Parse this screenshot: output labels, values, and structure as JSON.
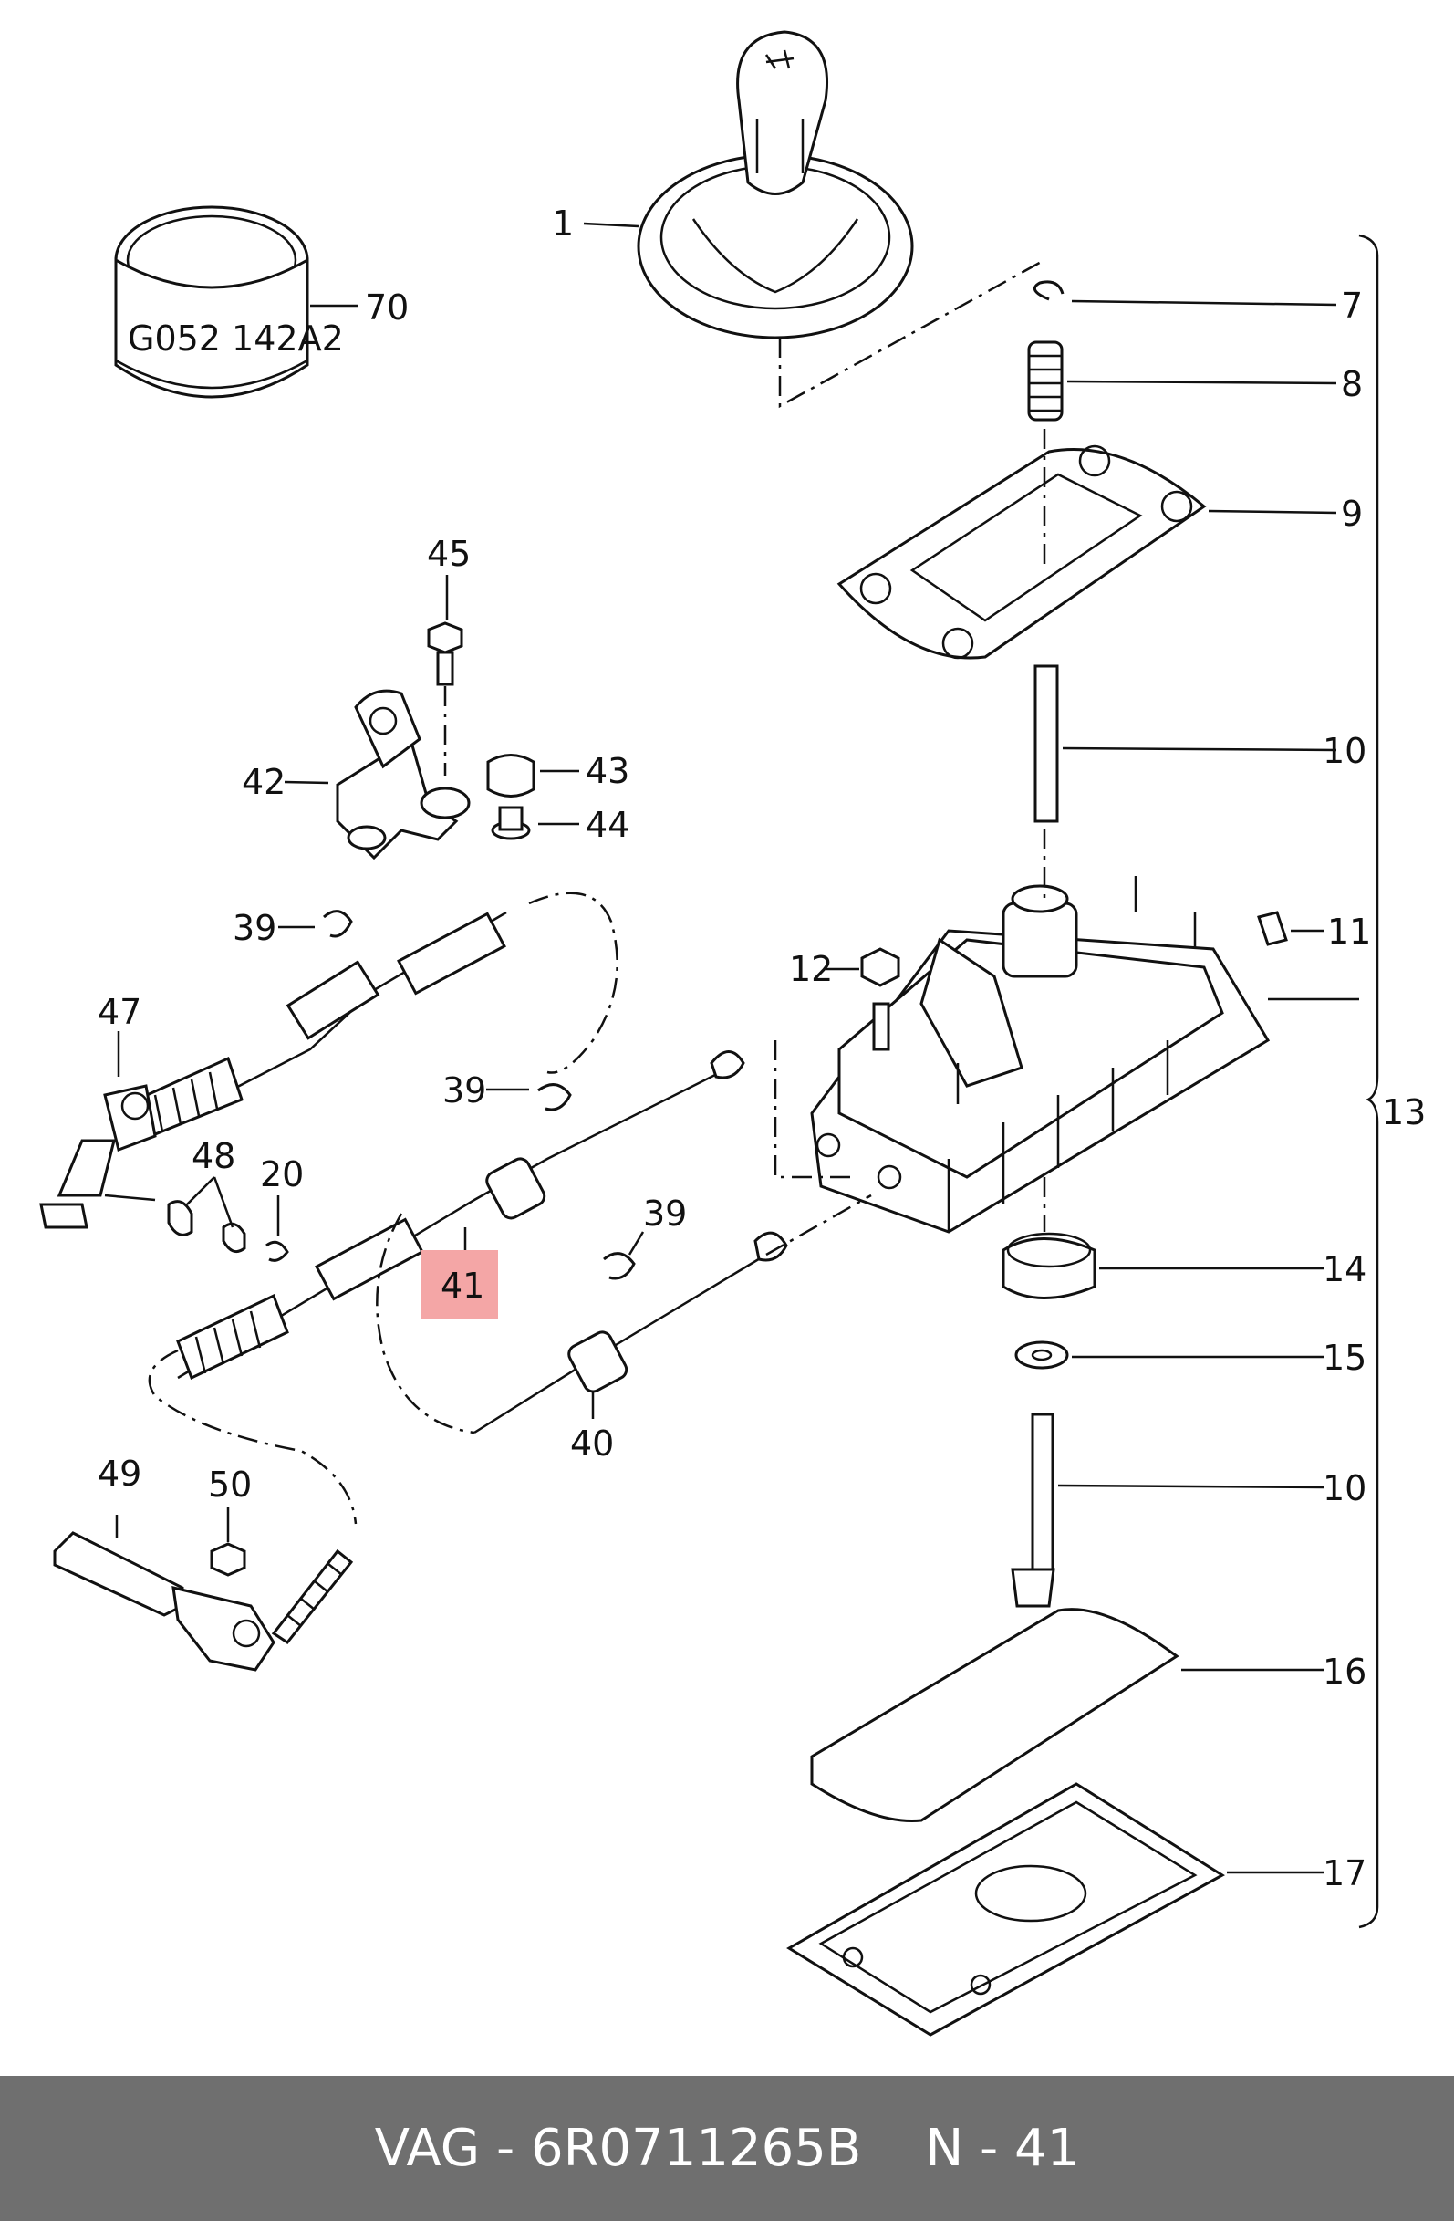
{
  "diagram": {
    "highlight_color": "#f4a6a6",
    "sleeve_marking": "G052 142A2",
    "callouts": {
      "c1": "1",
      "c7": "7",
      "c8": "8",
      "c9": "9",
      "c10a": "10",
      "c10b": "10",
      "c11": "11",
      "c12": "12",
      "c13": "13",
      "c14": "14",
      "c15": "15",
      "c16": "16",
      "c17": "17",
      "c20": "20",
      "c39a": "39",
      "c39b": "39",
      "c39c": "39",
      "c40": "40",
      "c41": "41",
      "c42": "42",
      "c43": "43",
      "c44": "44",
      "c45": "45",
      "c47": "47",
      "c48": "48",
      "c49": "49",
      "c50": "50",
      "c70": "70"
    }
  },
  "footer": {
    "brand": "VAG",
    "part_number": "6R0711265B",
    "ref": "N - 41",
    "background": "#6f6f6f"
  }
}
